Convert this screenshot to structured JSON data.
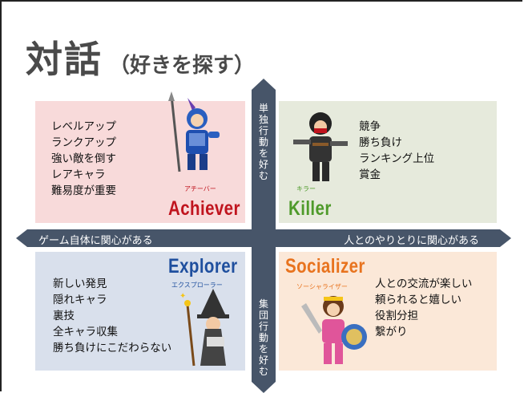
{
  "title": {
    "main": "対話",
    "sub": "（好きを探す）"
  },
  "axes": {
    "top_label": [
      "単",
      "独",
      "行",
      "動",
      "を",
      "好",
      "む"
    ],
    "bottom_label": [
      "集",
      "団",
      "行",
      "動",
      "を",
      "好",
      "む"
    ],
    "left_label": "ゲーム自体に関心がある",
    "right_label": "人とのやりとりに関心がある"
  },
  "quadrants": {
    "achiever": {
      "name": "Achiever",
      "kana": "アチーバー",
      "items": [
        "レベルアップ",
        "ランクアップ",
        "強い敵を倒す",
        "レアキャラ",
        "難易度が重要"
      ]
    },
    "killer": {
      "name": "Killer",
      "kana": "キラー",
      "items": [
        "競争",
        "勝ち負け",
        "ランキング上位",
        "賞金"
      ]
    },
    "explorer": {
      "name": "Explorer",
      "kana": "エクスプローラー",
      "items": [
        "新しい発見",
        "隠れキャラ",
        "裏技",
        "全キャラ収集",
        "勝ち負けにこだわらない"
      ]
    },
    "socializer": {
      "name": "Socializer",
      "kana": "ソーシャライザー",
      "items": [
        "人との交流が楽しい",
        "頼られると嬉しい",
        "役割分担",
        "繋がり"
      ]
    }
  },
  "colors": {
    "axis": "#475569",
    "achiever_bg": "#f8dada",
    "achiever_name": "#c0141e",
    "killer_bg": "#e6eadc",
    "killer_name": "#4e9a2a",
    "explorer_bg": "#d9e0ec",
    "explorer_name": "#1f4f9e",
    "socializer_bg": "#fbe8d8",
    "socializer_name": "#e8731e"
  },
  "icons": [
    "knight-icon",
    "bandit-icon",
    "wizard-icon",
    "warrior-girl-icon"
  ]
}
